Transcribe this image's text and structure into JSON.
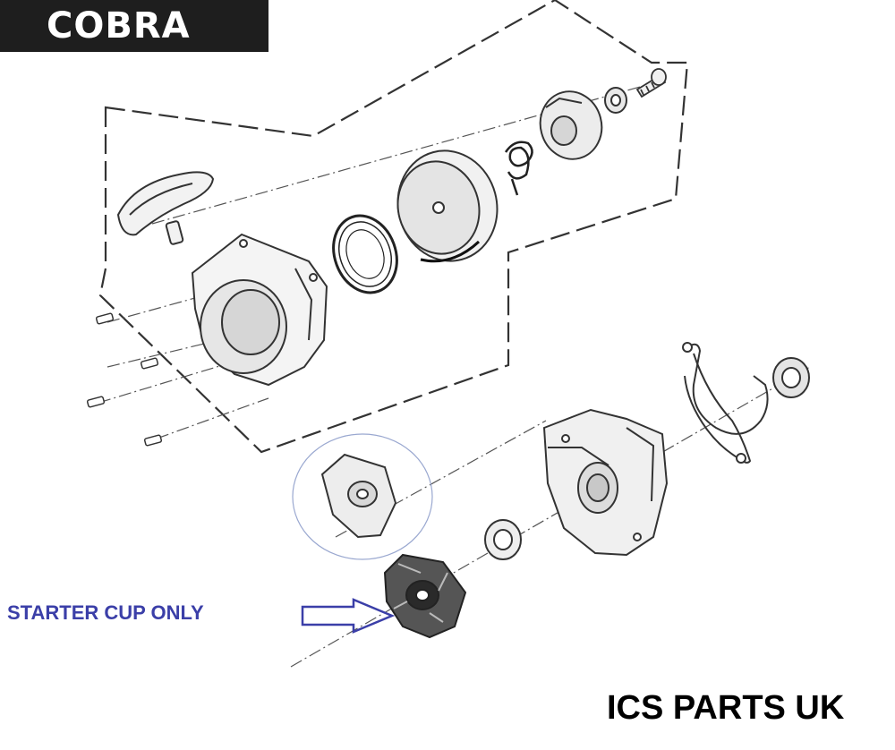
{
  "brand": {
    "name": "COBRA",
    "bg_color": "#1e1e1e",
    "text_color": "#ffffff"
  },
  "callout": {
    "text": "STARTER CUP ONLY",
    "color": "#3b3fa8"
  },
  "footer": {
    "text": "ICS PARTS UK",
    "color": "#000000"
  },
  "diagram": {
    "line_color": "#333333",
    "arrow_color": "#3b3fa8",
    "parts": [
      "starter-handle",
      "recoil-housing",
      "recoil-spring",
      "rope-pulley",
      "pawl-spring",
      "pawl-plate",
      "washer",
      "center-screw",
      "housing-screws",
      "starter-cup-highlight",
      "starter-cup",
      "crank-bearing-left",
      "crankcase",
      "gasket",
      "crank-bearing-right"
    ]
  }
}
